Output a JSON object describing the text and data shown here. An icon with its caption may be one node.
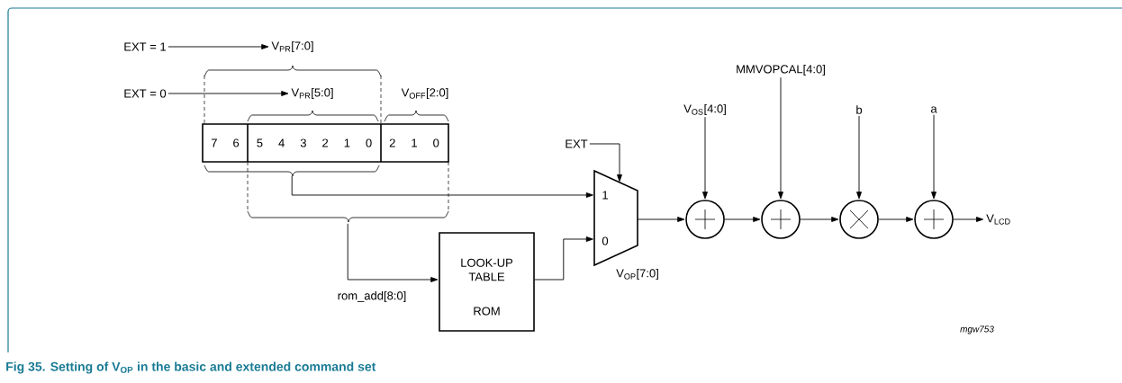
{
  "diagram": {
    "caption": "Fig 35. Setting of V$_{OP}$ in the basic and extended command set",
    "nodes": [
      {
        "text": [
          "EXT = 1"
        ]
      },
      {
        "text": [
          "V$_{PR}$[7:0]"
        ]
      },
      {
        "text": [
          "EXT = 0"
        ]
      },
      {
        "text": [
          "V$_{PR}$[5:0]"
        ]
      },
      {
        "text": [
          "7 6",
          "5 4 3 2 1 0",
          "2 1 0"
        ]
      },
      {
        "text": [
          "EXT"
        ]
      },
      {
        "text": [
          "1",
          "0"
        ],
        "beside": [
          "V$_{OP}$[7:0]"
        ]
      },
      {
        "text": [
          "LOOK-UP TABLE",
          "ROM"
        ]
      },
      {
        "text": [
          "V$_{OS}$[4:0]"
        ]
      },
      {
        "text": [],
        "shape": "circle"
      },
      {
        "text": [
          "MMVOPCAL[4:0]"
        ]
      },
      {
        "text": [],
        "shape": "circle"
      },
      {
        "text": [
          "b"
        ]
      },
      {
        "text": [],
        "shape": "circle"
      },
      {
        "text": [
          "a"
        ]
      },
      {
        "text": [],
        "shape": "circle"
      },
      {
        "text": [
          "V$_{LCD}$"
        ]
      }
    ],
    "edges": [
      {
        "from": 0,
        "to": 1,
        "arrow": "to"
      },
      {
        "from": 2,
        "to": 3,
        "arrow": "to"
      },
      {
        "from": 4,
        "to": 6,
        "arrow": "to"
      },
      {
        "from": 4,
        "to": 7,
        "arrow": "to",
        "label": "rom_add[8:0]"
      },
      {
        "from": 5,
        "to": 6,
        "arrow": "to"
      },
      {
        "from": 7,
        "to": 6,
        "arrow": "to"
      },
      {
        "from": 6,
        "to": 9,
        "arrow": "to"
      },
      {
        "from": 8,
        "to": 9,
        "arrow": "to"
      },
      {
        "from": 9,
        "to": 11,
        "arrow": "to"
      },
      {
        "from": 10,
        "to": 11,
        "arrow": "to"
      },
      {
        "from": 11,
        "to": 13,
        "arrow": "to"
      },
      {
        "from": 12,
        "to": 13,
        "arrow": "to"
      },
      {
        "from": 13,
        "to": 15,
        "arrow": "to"
      },
      {
        "from": 14,
        "to": 15,
        "arrow": "to"
      },
      {
        "from": 15,
        "to": 16,
        "arrow": "to"
      }
    ],
    "labels": [
      "V$_{OFF}$[2:0]",
      "mgw753"
    ]
  }
}
